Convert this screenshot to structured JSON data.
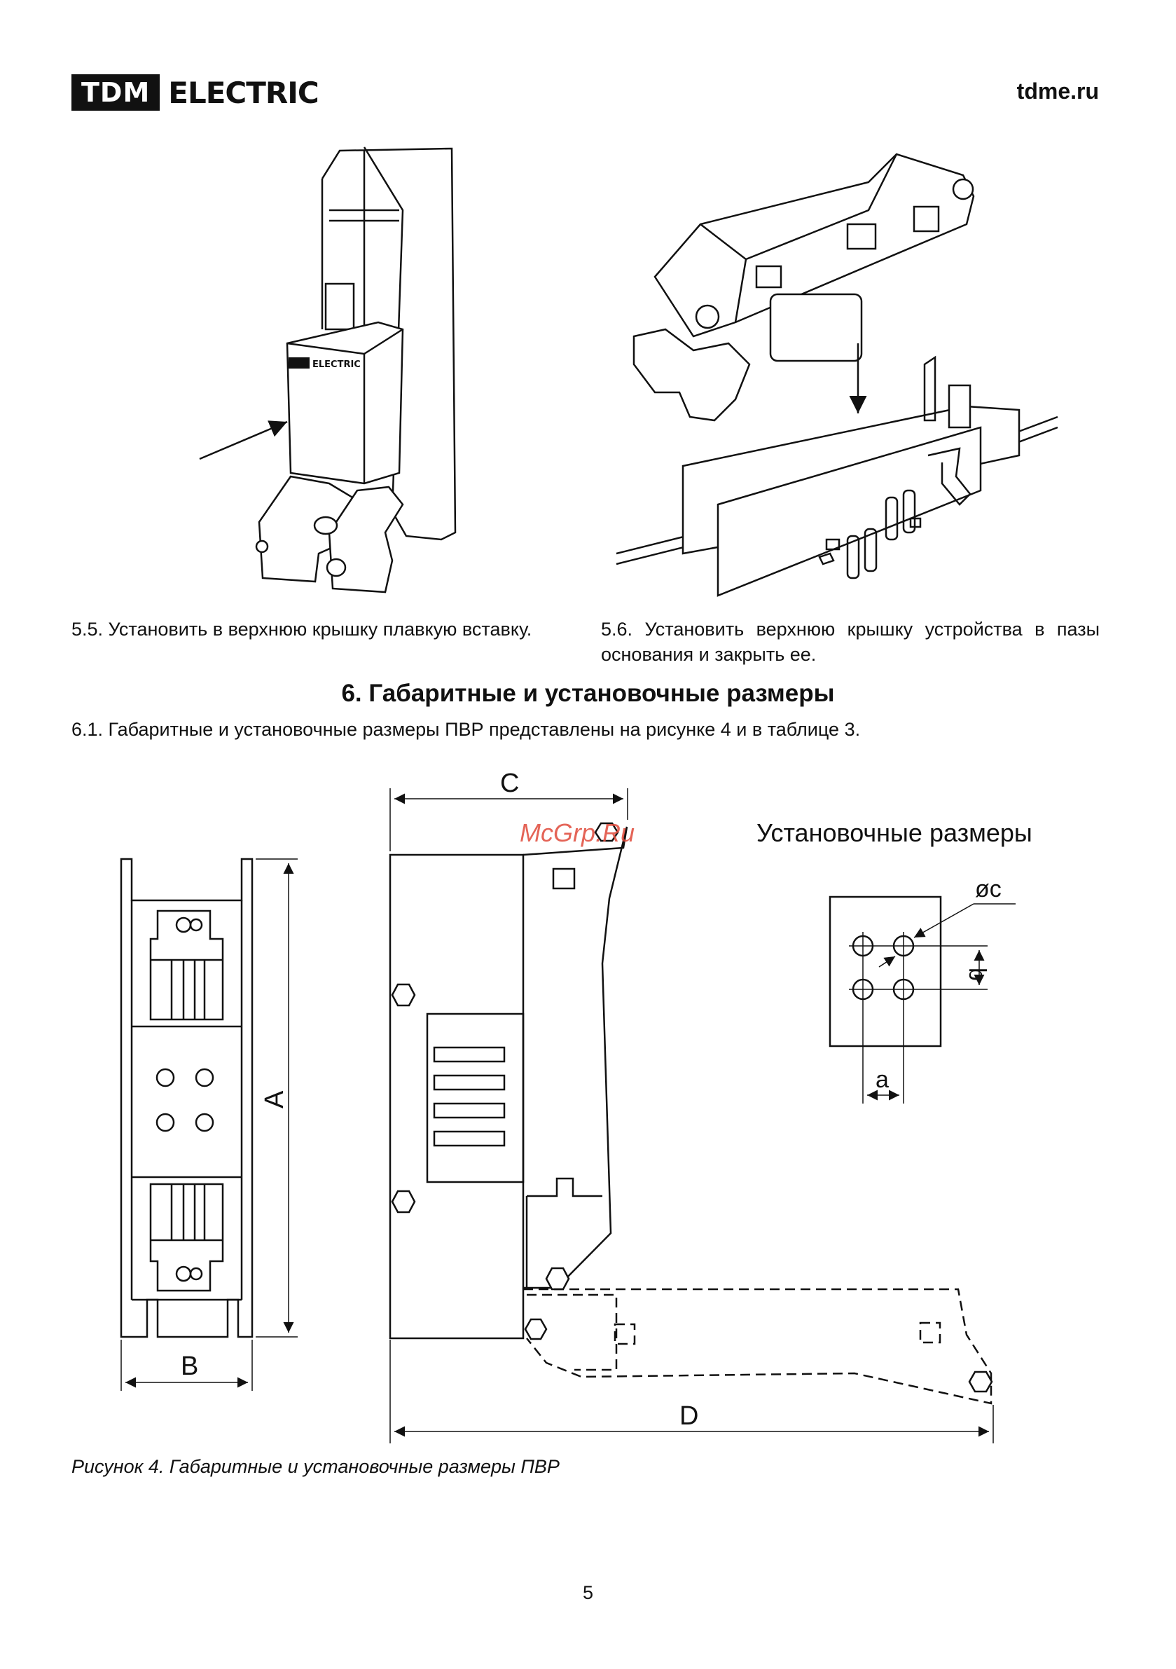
{
  "header": {
    "logo_box": "TDM",
    "logo_word": "ELECTRIC",
    "site": "tdme.ru"
  },
  "steps": {
    "s55": "5.5.  Установить в верхнюю крышку плавкую вставку.",
    "s56": "5.6.  Установить верхнюю крышку устройства в пазы основания и закрыть ее."
  },
  "section": {
    "title": "6. Габаритные и установочные размеры",
    "para": "6.1.  Габаритные и установочные размеры ПВР представлены на рисунке 4 и в таблице 3."
  },
  "figure": {
    "dims": {
      "A": "A",
      "B": "B",
      "C": "C",
      "D": "D",
      "a": "a",
      "b": "b",
      "c": "øc"
    },
    "mount_title": "Установочные размеры",
    "caption": "Рисунок 4. Габаритные и установочные размеры ПВР",
    "watermark": "McGrp.Ru",
    "device_label_box": "TDM",
    "device_label_word": "ELECTRIC"
  },
  "page": {
    "number": "5"
  }
}
